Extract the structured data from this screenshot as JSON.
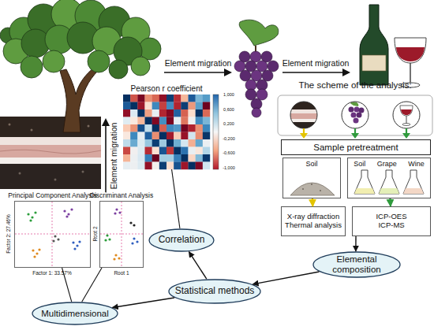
{
  "diagram": {
    "nodes": [
      {
        "text": [
          "Pearson r coefficient"
        ]
      },
      {
        "text": [
          "Sample pretreatment"
        ]
      },
      {
        "text": [
          "Soil"
        ]
      },
      {
        "text": [
          "Soil",
          "Grape",
          "Wine"
        ]
      },
      {
        "text": [
          "Principal Component Analysis"
        ]
      },
      {
        "text": [
          "Discriminant Analysis"
        ]
      },
      {
        "text": [
          "X-ray diffraction",
          "Thermal analysis"
        ]
      },
      {
        "text": [
          "ICP-OES",
          "ICP-MS"
        ]
      },
      {
        "text": [
          "Correlation"
        ]
      },
      {
        "text": [
          "Elemental composition"
        ]
      },
      {
        "text": [
          "Statistical methods"
        ]
      },
      {
        "text": [
          "Multidimensional"
        ]
      }
    ],
    "edges": [
      {
        "from": 2,
        "to": 6,
        "arrow": "to"
      },
      {
        "from": 3,
        "to": 7,
        "arrow": "to"
      },
      {
        "from": 7,
        "to": 9,
        "arrow": "to"
      },
      {
        "from": 9,
        "to": 10,
        "arrow": "to"
      },
      {
        "from": 10,
        "to": 11,
        "arrow": "to"
      },
      {
        "from": 10,
        "to": 8,
        "arrow": "to"
      },
      {
        "from": 11,
        "to": 4,
        "arrow": "none"
      },
      {
        "from": 11,
        "to": 5,
        "arrow": "none"
      },
      {
        "from": 8,
        "to": 0,
        "arrow": "none"
      }
    ],
    "labels": [
      "The scheme of the analysis:",
      "Element migration",
      "Element migration",
      "Element migration",
      "Factor 1: 33.57%",
      "Factor 2: 27.46%",
      "Root 1",
      "Root 2",
      "1,000",
      "0,600",
      "0,200",
      "-0,200",
      "-0,600",
      "-1,000"
    ]
  }
}
